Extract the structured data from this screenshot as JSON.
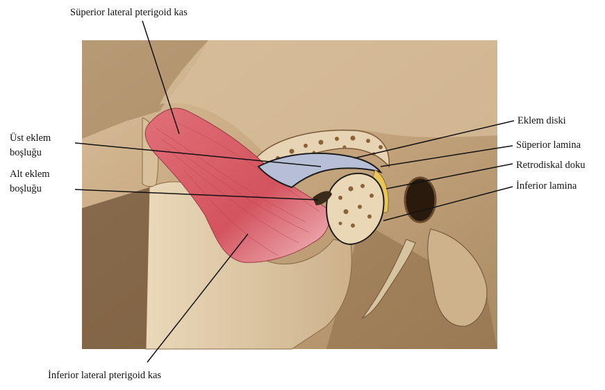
{
  "labels": {
    "superior_lateral_pterygoid": "Süperior lateral pterigoid kas",
    "upper_joint_space_line1": "Üst eklem",
    "upper_joint_space_line2": "boşluğu",
    "lower_joint_space_line1": "Alt eklem",
    "lower_joint_space_line2": "boşluğu",
    "articular_disc": "Eklem diski",
    "superior_lamina": "Süperior lamina",
    "retrodiscal_tissue": "Retrodiskal doku",
    "inferior_lamina": "İnferior lamina",
    "inferior_lateral_pterygoid": "İnferior lateral pterigoid kas"
  },
  "colors": {
    "bone": "#c9ab84",
    "bone_shadow": "#8a6a45",
    "bone_light": "#e8d6b8",
    "muscle": "#d9606a",
    "muscle_light": "#f0a2a8",
    "disc": "#b7bfd6",
    "retrodiscal": "#e9c458",
    "leader": "#111111"
  }
}
